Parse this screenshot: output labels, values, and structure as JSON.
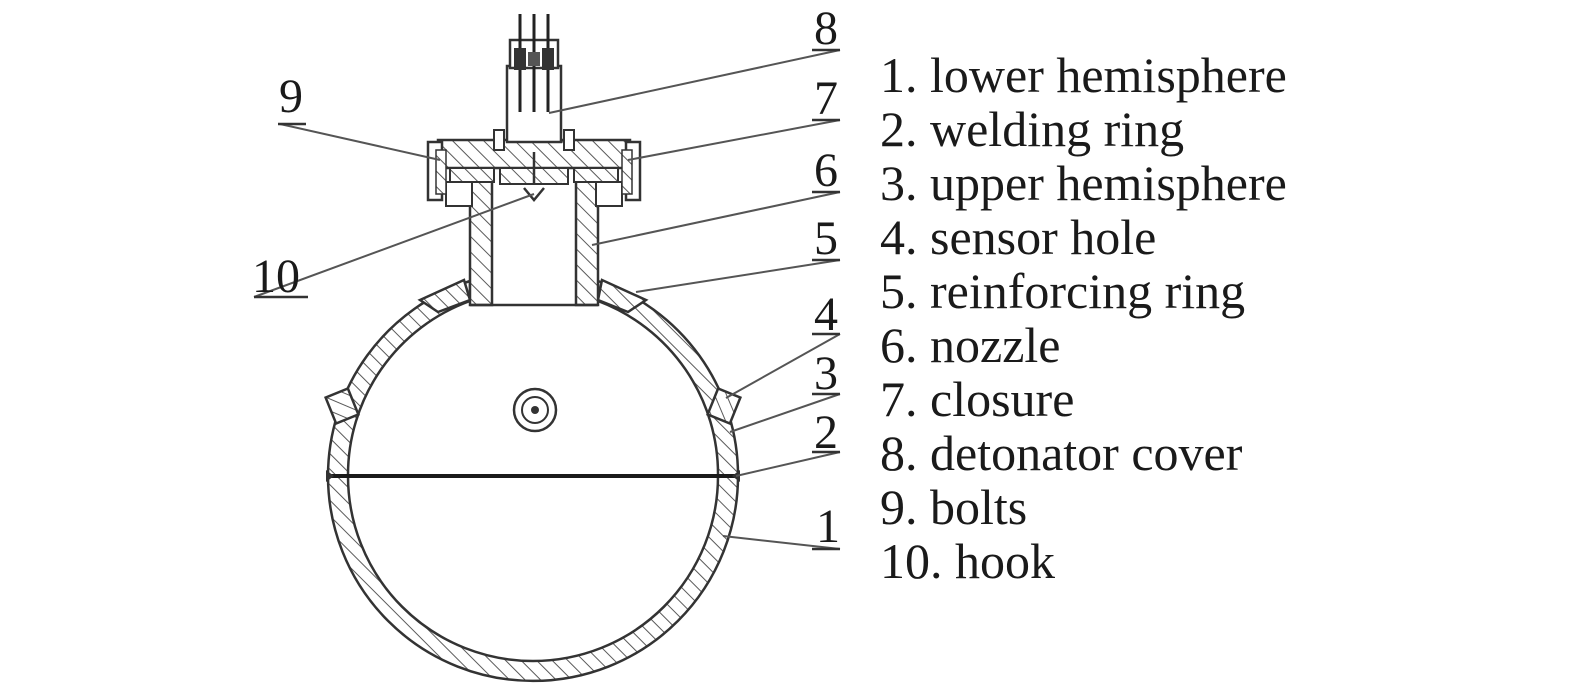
{
  "diagram": {
    "callouts": [
      {
        "id": "1",
        "label": "1"
      },
      {
        "id": "2",
        "label": "2"
      },
      {
        "id": "3",
        "label": "3"
      },
      {
        "id": "4",
        "label": "4"
      },
      {
        "id": "5",
        "label": "5"
      },
      {
        "id": "6",
        "label": "6"
      },
      {
        "id": "7",
        "label": "7"
      },
      {
        "id": "8",
        "label": "8"
      },
      {
        "id": "9",
        "label": "9"
      },
      {
        "id": "10",
        "label": "10"
      }
    ],
    "legend": [
      "1. lower hemisphere",
      "2. welding ring",
      "3. upper hemisphere",
      "4. sensor hole",
      "5. reinforcing ring",
      "6. nozzle",
      "7. closure",
      "8. detonator cover",
      "9. bolts",
      "10. hook"
    ]
  }
}
